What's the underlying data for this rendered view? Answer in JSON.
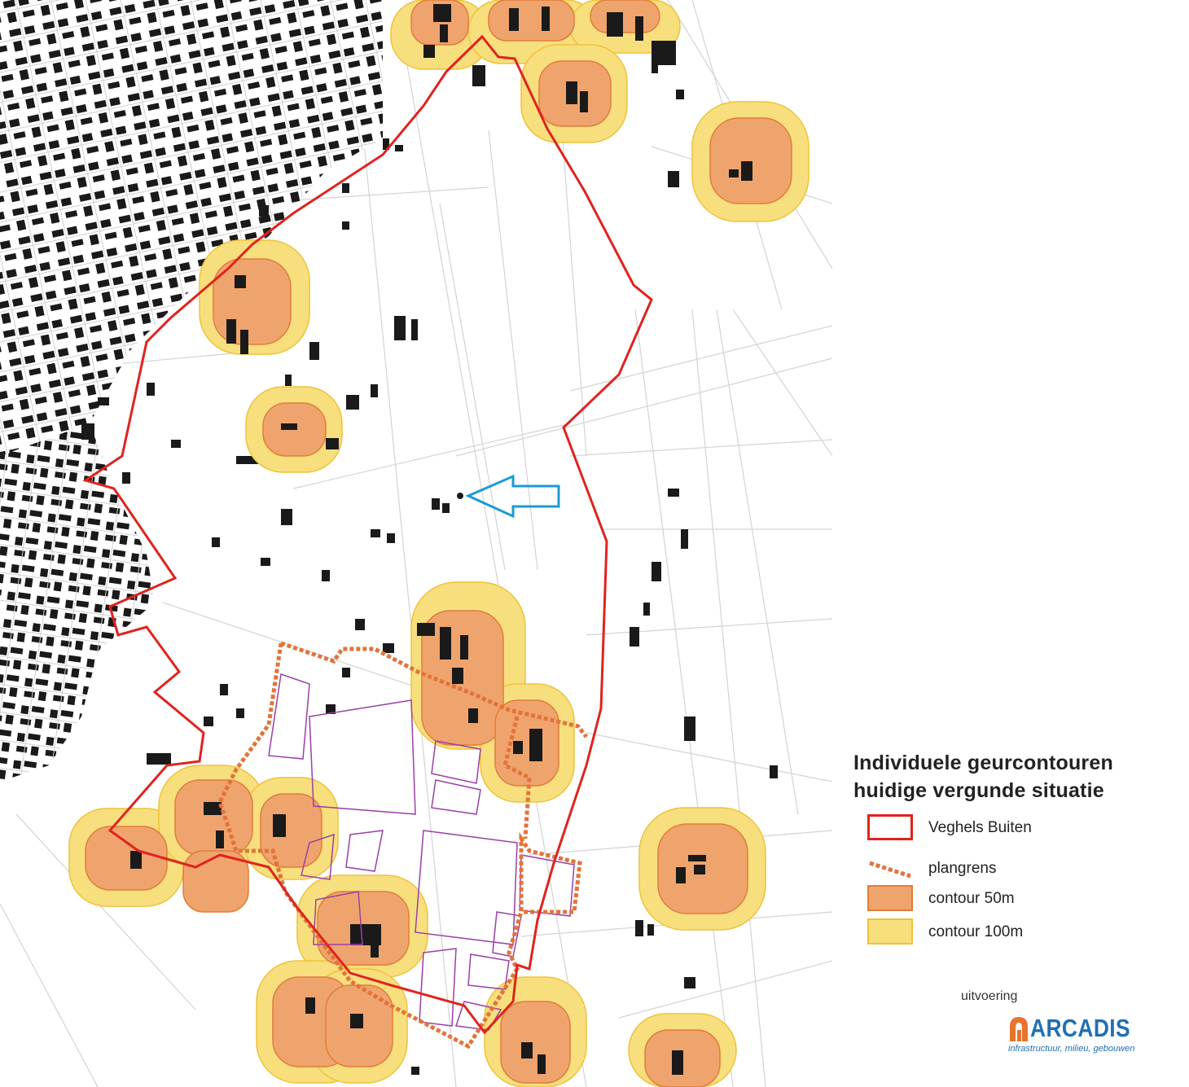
{
  "legend": {
    "title_line1": "Individuele geurcontouren",
    "title_line2": "huidige vergunde situatie",
    "items": [
      {
        "label": "Veghels Buiten",
        "symbol": "red-outline-area",
        "color": "#e0231e"
      },
      {
        "label": "plangrens",
        "symbol": "orange-dashed-line",
        "color": "#e2733a"
      },
      {
        "label": "contour 50m",
        "symbol": "orange-fill",
        "color": "#f0a46d"
      },
      {
        "label": "contour 100m",
        "symbol": "yellow-fill",
        "color": "#f7df7e"
      }
    ]
  },
  "credit": {
    "label": "uitvoering",
    "brand": "ARCADIS",
    "tagline": "infrastructuur, milieu, gebouwen"
  },
  "colors": {
    "boundary": "#e0231e",
    "plangrens": "#e2733a",
    "contour_50m": "#f0a46d",
    "contour_100m": "#f7df7e",
    "plots": "#9b3fa6",
    "arrow": "#1c9ad6",
    "buildings": "#1a1a1a"
  }
}
